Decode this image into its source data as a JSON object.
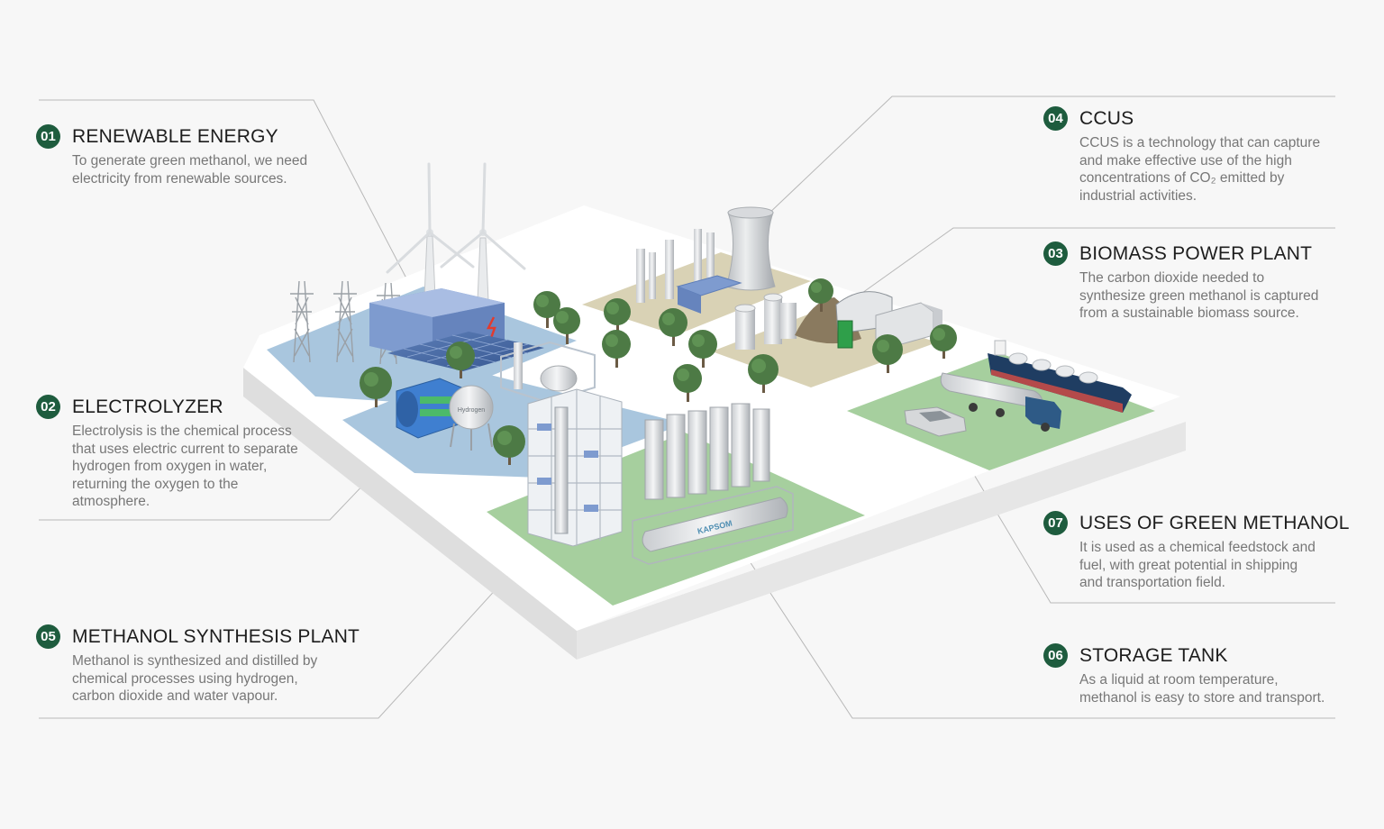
{
  "colors": {
    "badge": "#1e5c3e",
    "leader_line": "#b8b8b8",
    "zone_blue": "#a9c6de",
    "zone_green": "#a6cf9e",
    "zone_sand": "#d9d2b5",
    "platform": "#ffffff"
  },
  "labels": {
    "tank_brand": "KAPSOM",
    "hydrogen_tank": "Hydrogen"
  },
  "callouts": [
    {
      "id": "renewable-energy",
      "number": "01",
      "title": "RENEWABLE ENERGY",
      "description": "To generate green methanol, we need\nelectricity from renewable sources."
    },
    {
      "id": "electrolyzer",
      "number": "02",
      "title": "ELECTROLYZER",
      "description": "Electrolysis is the chemical process\nthat uses electric current to separate\nhydrogen from oxygen in water,\nreturning the oxygen to the\natmosphere."
    },
    {
      "id": "methanol-synthesis-plant",
      "number": "05",
      "title": "METHANOL SYNTHESIS PLANT",
      "description": "Methanol is synthesized and distilled by\nchemical processes using hydrogen,\ncarbon dioxide and water vapour."
    },
    {
      "id": "ccus",
      "number": "04",
      "title": "CCUS",
      "description": "CCUS is a technology that can capture\nand make effective use of the high\nconcentrations of CO₂ emitted by\nindustrial activities."
    },
    {
      "id": "biomass-power-plant",
      "number": "03",
      "title": "BIOMASS POWER PLANT",
      "description": "The carbon dioxide needed to\nsynthesize green methanol is captured\nfrom a sustainable biomass source."
    },
    {
      "id": "uses-of-green-methanol",
      "number": "07",
      "title": "USES OF GREEN METHANOL",
      "description": "It is used as a chemical feedstock and\nfuel, with great potential in shipping\nand transportation field."
    },
    {
      "id": "storage-tank",
      "number": "06",
      "title": "STORAGE TANK",
      "description": "As a liquid at room temperature,\nmethanol is easy to store and transport."
    }
  ]
}
